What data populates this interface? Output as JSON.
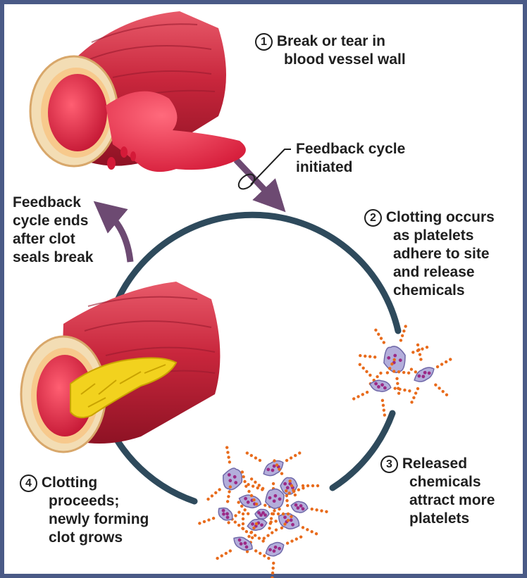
{
  "steps": [
    {
      "number": "1",
      "line1": "Break or tear in",
      "line2": "blood vessel wall"
    },
    {
      "number": "2",
      "line1": "Clotting occurs",
      "line2": "as platelets",
      "line3": "adhere to site",
      "line4": "and release",
      "line5": "chemicals"
    },
    {
      "number": "3",
      "line1": "Released",
      "line2": "chemicals",
      "line3": "attract more",
      "line4": "platelets"
    },
    {
      "number": "4",
      "line1": "Clotting",
      "line2": "proceeds;",
      "line3": "newly forming",
      "line4": "clot grows"
    }
  ],
  "feedback_start": {
    "line1": "Feedback cycle",
    "line2": "initiated"
  },
  "feedback_end": {
    "line1": "Feedback",
    "line2": "cycle ends",
    "line3": "after clot",
    "line4": "seals break"
  },
  "colors": {
    "frame": "#4a5a86",
    "cycle": "#2e4a5c",
    "arrow": "#6d4a72",
    "vessel": "#c8263c",
    "blood": "#e1233f",
    "clot": "#f2d21e",
    "platelet": "#b3aedb",
    "chemical": "#e86b1c"
  }
}
